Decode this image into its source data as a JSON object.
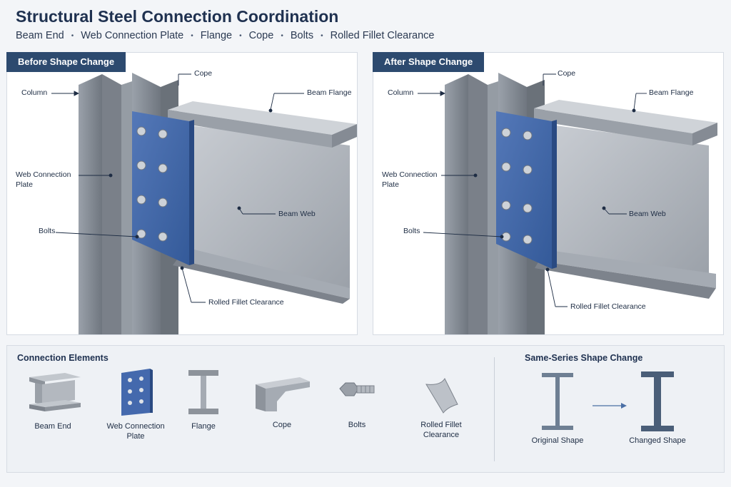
{
  "header": {
    "title": "Structural Steel Connection Coordination",
    "subtitle_items": [
      "Beam End",
      "Web Connection Plate",
      "Flange",
      "Cope",
      "Bolts",
      "Rolled Fillet Clearance"
    ],
    "separator": "•"
  },
  "panels": [
    {
      "heading": "Before Shape Change",
      "labels": {
        "column": "Column",
        "cope": "Cope",
        "beam_flange": "Beam Flange",
        "web_plate": "Web Connection Plate",
        "beam_web": "Beam Web",
        "bolts": "Bolts",
        "fillet": "Rolled Fillet Clearance"
      }
    },
    {
      "heading": "After Shape Change",
      "labels": {
        "column": "Column",
        "cope": "Cope",
        "beam_flange": "Beam Flange",
        "web_plate": "Web Connection Plate",
        "beam_web": "Beam Web",
        "bolts": "Bolts",
        "fillet": "Rolled Fillet Clearance"
      }
    }
  ],
  "elements": {
    "title": "Connection Elements",
    "items": [
      {
        "label": "Beam End",
        "icon": "beam-end-icon"
      },
      {
        "label": "Web Connection Plate",
        "icon": "web-plate-icon"
      },
      {
        "label": "Flange",
        "icon": "flange-icon"
      },
      {
        "label": "Cope",
        "icon": "cope-icon"
      },
      {
        "label": "Bolts",
        "icon": "bolt-icon"
      },
      {
        "label": "Rolled Fillet Clearance",
        "icon": "fillet-icon"
      }
    ]
  },
  "shape_change": {
    "title": "Same-Series Shape Change",
    "original": "Original Shape",
    "changed": "Changed Shape"
  },
  "colors": {
    "steel": "#8f969f",
    "steel_dark": "#6c737c",
    "plate_blue": "#3f66a6",
    "header_navy": "#2d4a6f"
  }
}
